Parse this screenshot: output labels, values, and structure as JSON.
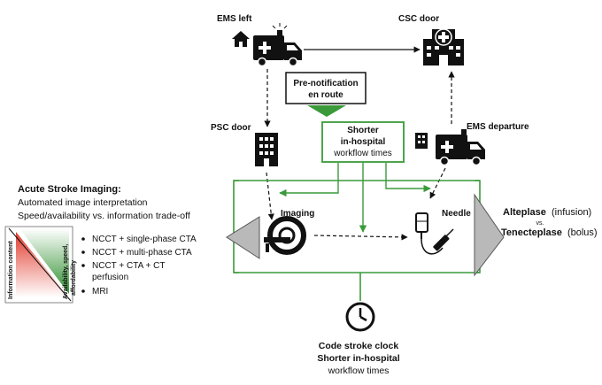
{
  "labels": {
    "ems_left": "EMS left",
    "csc_door": "CSC door",
    "psc_door": "PSC door",
    "ems_departure": "EMS departure",
    "prenotification_line1": "Pre-notification",
    "prenotification_line2": "en route",
    "shorter_line1": "Shorter",
    "shorter_line2": "in-hospital",
    "shorter_line3": "workflow times",
    "imaging": "Imaging",
    "needle": "Needle"
  },
  "acute_imaging": {
    "title": "Acute Stroke Imaging:",
    "line1": "Automated image interpretation",
    "line2": "Speed/availability vs. information trade-off",
    "axis_information": "Information content",
    "axis_availability_1": "Availability, speed,",
    "axis_availability_2": "affordability",
    "options": [
      "NCCT + single-phase CTA",
      "NCCT + multi-phase CTA",
      "NCCT + CTA + CT",
      "perfusion",
      "MRI"
    ]
  },
  "treatment": {
    "alteplase": "Alteplase",
    "alteplase_mode": "(infusion)",
    "vs": "vs.",
    "tenecteplase": "Tenecteplase",
    "tenecteplase_mode": "(bolus)"
  },
  "clock": {
    "line1": "Code stroke clock",
    "line2": "Shorter in-hospital",
    "line3": "workflow times"
  },
  "colors": {
    "green": "#3a9a3a",
    "gray": "#b9b9b9",
    "dark": "#111111"
  },
  "icons": [
    "house-icon",
    "ambulance-icon",
    "hospital-icon",
    "ct-scanner-icon",
    "iv-needle-icon",
    "clock-icon"
  ]
}
